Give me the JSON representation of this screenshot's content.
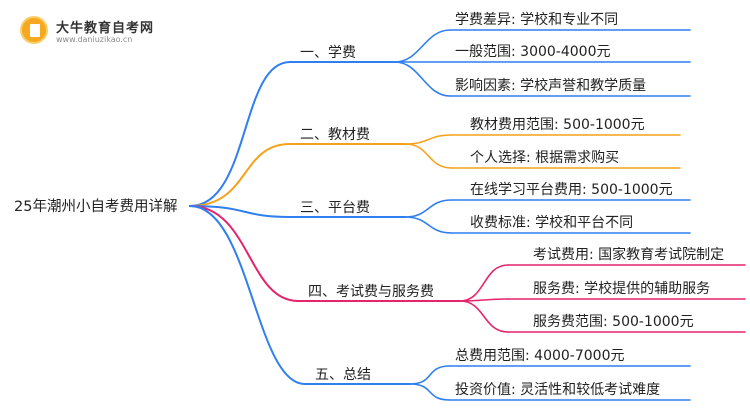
{
  "logo": {
    "name": "大牛教育自考网",
    "url": "www.daniuzikao.cn"
  },
  "colors": {
    "blue": "#2f7ff0",
    "orange": "#f5a21a",
    "pink": "#e5246b"
  },
  "root": "25年潮州小自考费用详解",
  "branches": [
    {
      "label": "一、学费",
      "color": "blue",
      "children": [
        "学费差异: 学校和专业不同",
        "一般范围: 3000-4000元",
        "影响因素: 学校声誉和教学质量"
      ]
    },
    {
      "label": "二、教材费",
      "color": "orange",
      "children": [
        "教材费用范围: 500-1000元",
        "个人选择: 根据需求购买"
      ]
    },
    {
      "label": "三、平台费",
      "color": "blue",
      "children": [
        "在线学习平台费用: 500-1000元",
        "收费标准: 学校和平台不同"
      ]
    },
    {
      "label": "四、考试费与服务费",
      "color": "pink",
      "children": [
        "考试费用: 国家教育考试院制定",
        "服务费: 学校提供的辅助服务",
        "服务费范围: 500-1000元"
      ]
    },
    {
      "label": "五、总结",
      "color": "blue",
      "children": [
        "总费用范围: 4000-7000元",
        "投资价值: 灵活性和较低考试难度"
      ]
    }
  ]
}
